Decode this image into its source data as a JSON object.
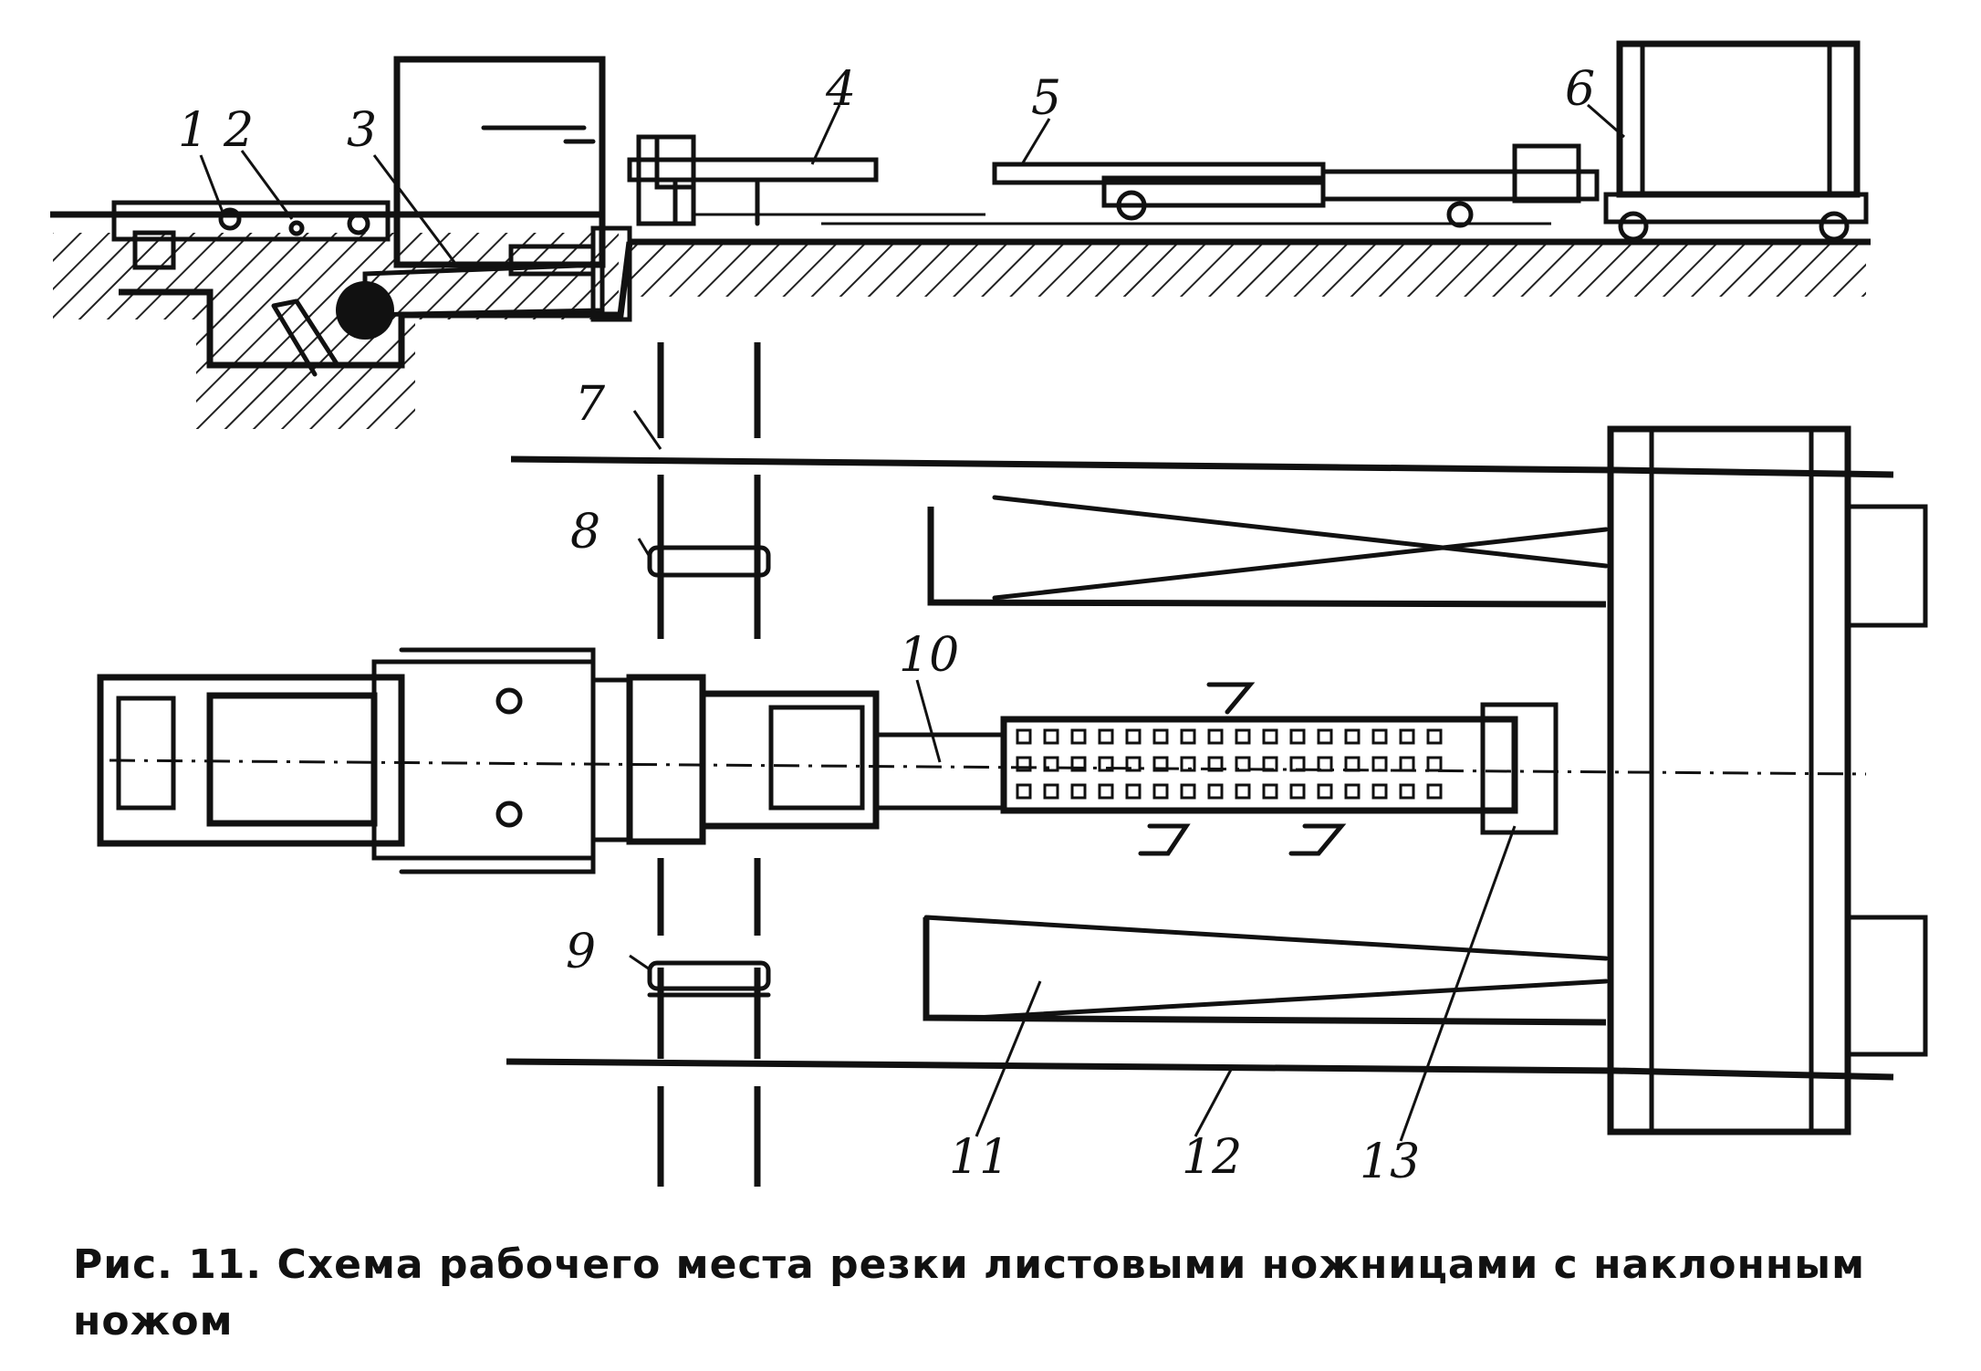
{
  "figure": {
    "caption": "Рис. 11. Схема рабочего места резки листовыми ножницами с наклонным ножом",
    "labels": [
      "1",
      "2",
      "3",
      "4",
      "5",
      "6",
      "7",
      "8",
      "9",
      "10",
      "11",
      "12",
      "13"
    ]
  }
}
